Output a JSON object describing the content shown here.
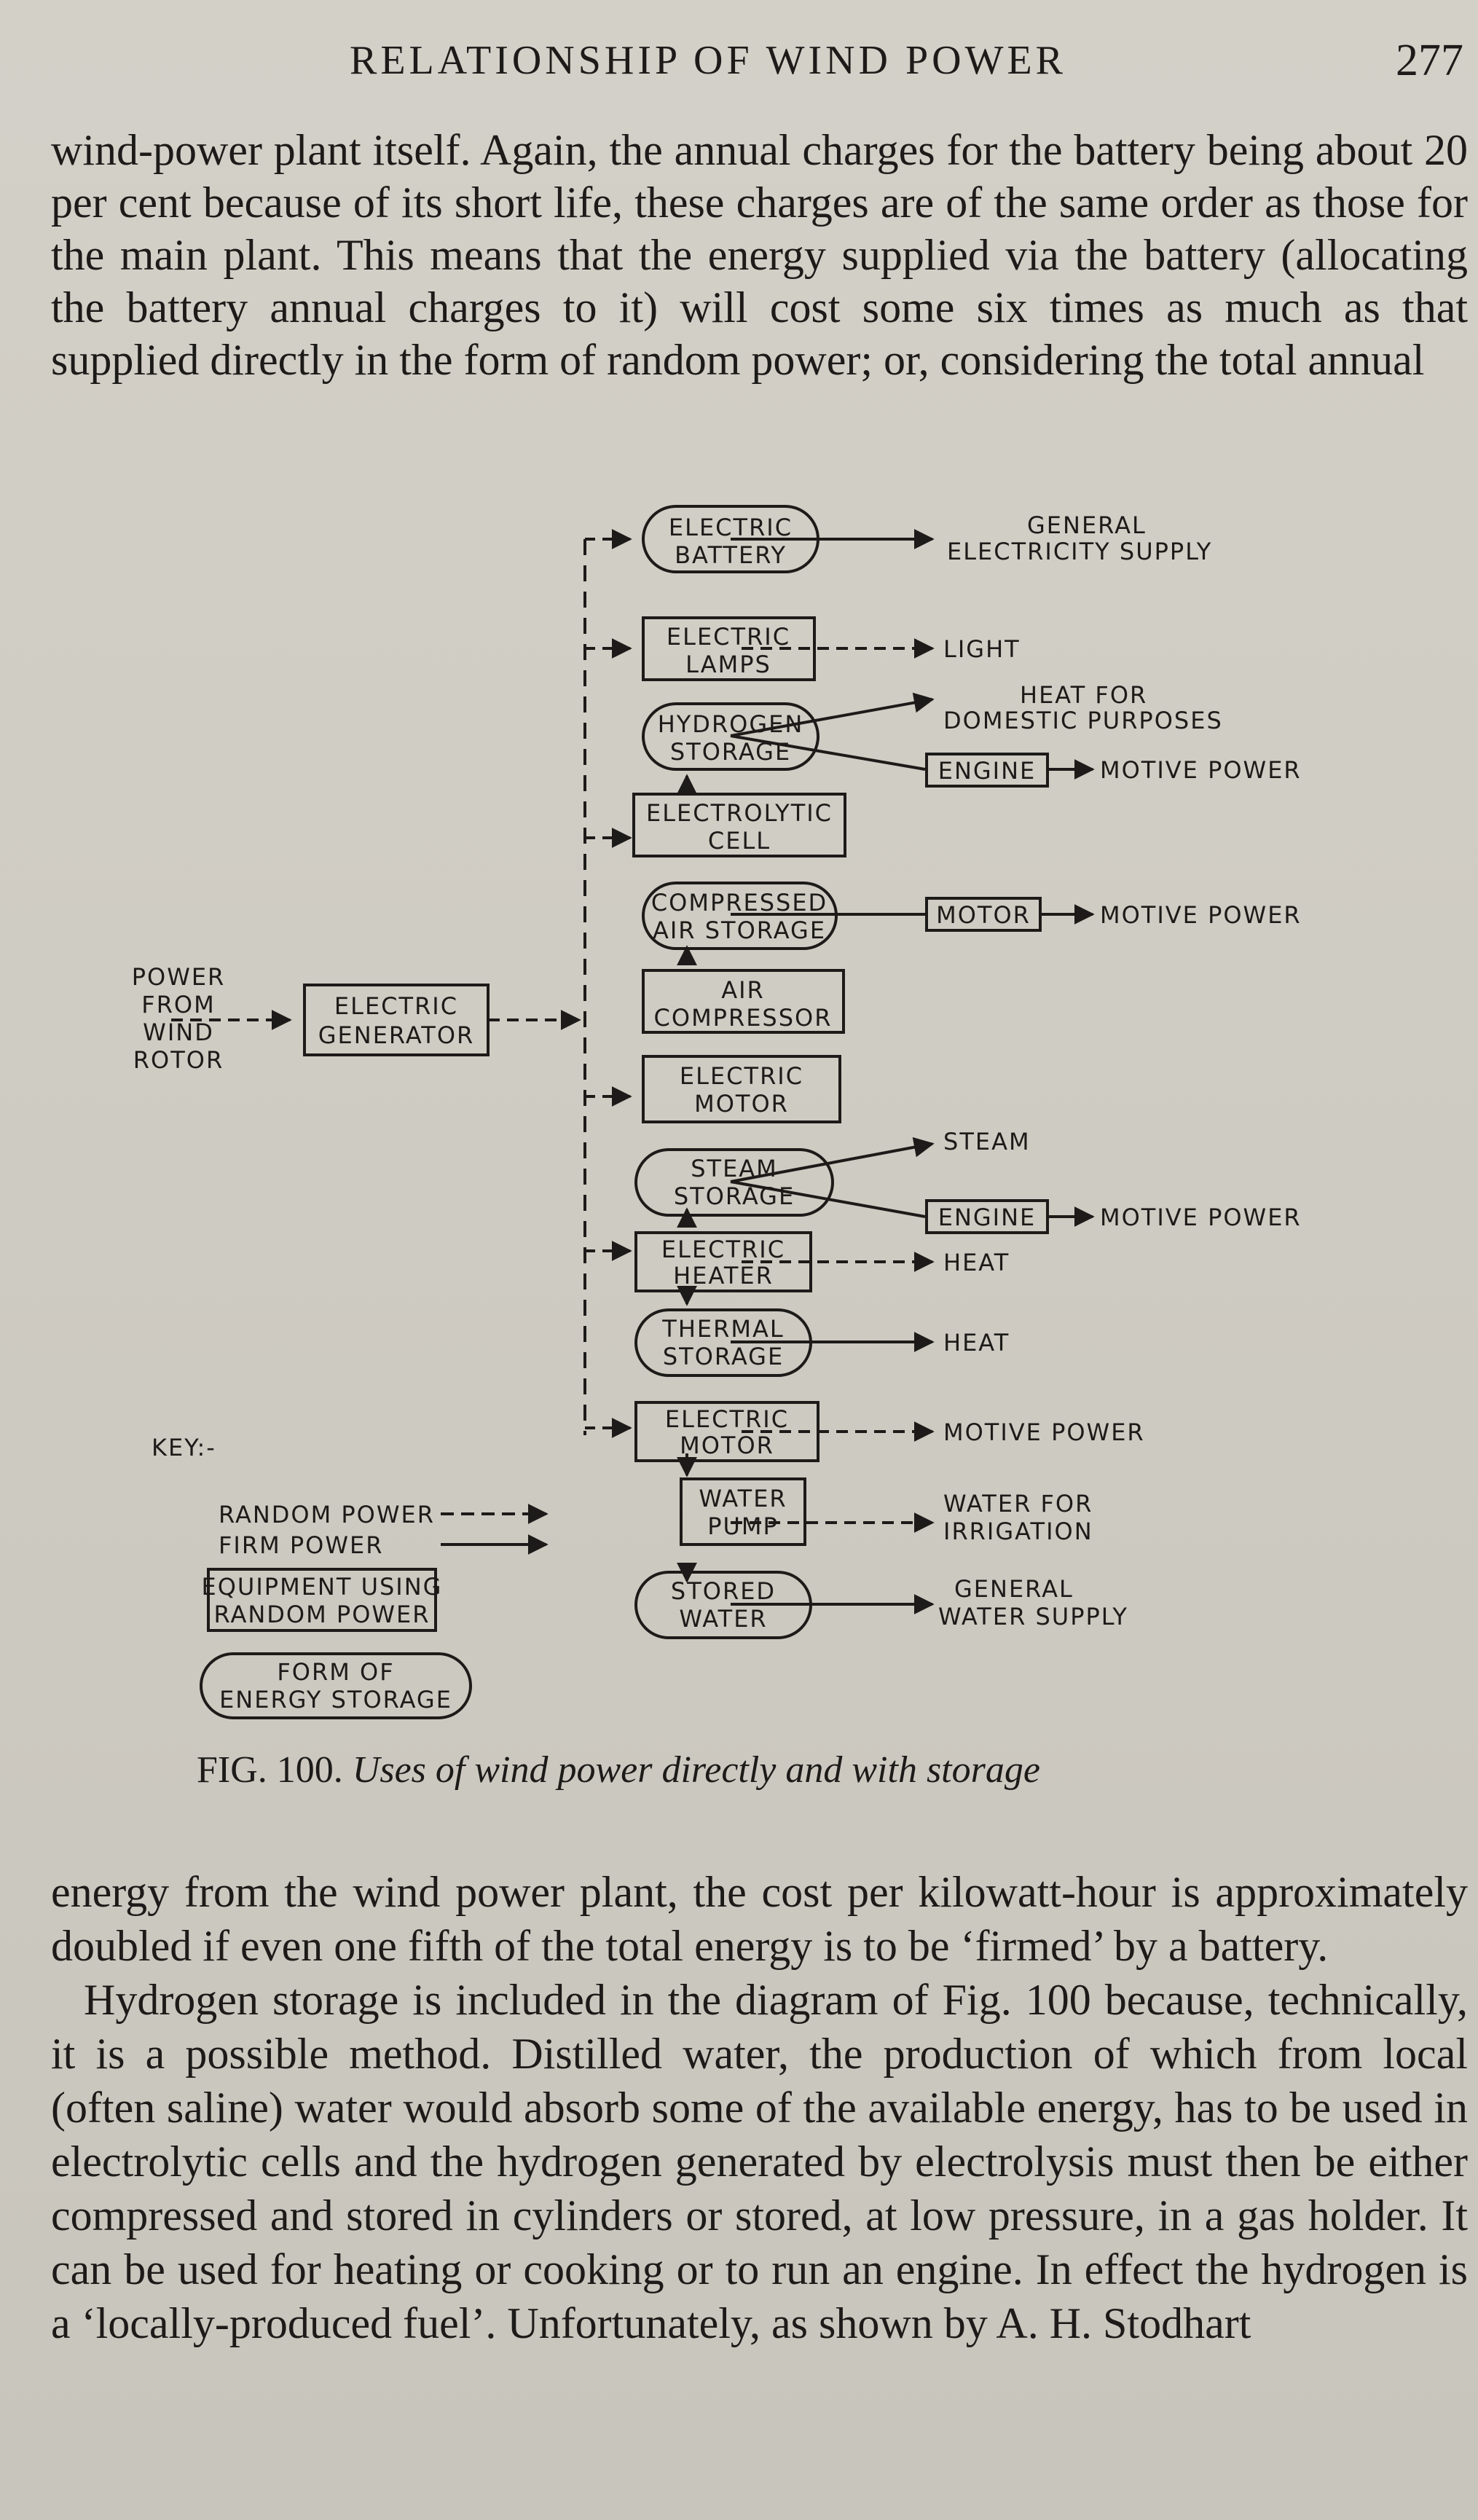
{
  "header": {
    "running_title": "RELATIONSHIP OF WIND POWER",
    "page_number": "277"
  },
  "paragraph_top": "wind-power plant itself. Again, the annual charges for the battery being about 20 per cent because of its short life, these charges are of the same order as those for the main plant. This means that the energy supplied via the battery (allocating the battery annual charges to it) will cost some six times as much as that supplied directly in the form of random power; or, considering the total annual",
  "diagram": {
    "source": [
      "POWER",
      "FROM",
      "WIND",
      "ROTOR"
    ],
    "generator": [
      "ELECTRIC",
      "GENERATOR"
    ],
    "storage_boxes": [
      [
        "ELECTRIC",
        "BATTERY"
      ],
      [
        "HYDROGEN",
        "STORAGE"
      ],
      [
        "COMPRESSED",
        "AIR STORAGE"
      ],
      [
        "STEAM",
        "STORAGE"
      ],
      [
        "THERMAL",
        "STORAGE"
      ],
      [
        "STORED",
        "WATER"
      ]
    ],
    "equipment_boxes": [
      [
        "ELECTRIC",
        "LAMPS"
      ],
      [
        "ELECTROLYTIC",
        "CELL"
      ],
      [
        "AIR",
        "COMPRESSOR"
      ],
      [
        "ELECTRIC",
        "MOTOR"
      ],
      [
        "ELECTRIC",
        "HEATER"
      ],
      [
        "ELECTRIC",
        "MOTOR"
      ],
      [
        "WATER",
        "PUMP"
      ]
    ],
    "inline_boxes": [
      "ENGINE",
      "MOTOR",
      "ENGINE"
    ],
    "outputs": {
      "general_electricity": [
        "GENERAL",
        "ELECTRICITY SUPPLY"
      ],
      "light": "LIGHT",
      "heat_domestic": [
        "HEAT FOR",
        "DOMESTIC PURPOSES"
      ],
      "motive_power_1": "MOTIVE POWER",
      "motive_power_2": "MOTIVE POWER",
      "steam": "STEAM",
      "motive_power_3": "MOTIVE POWER",
      "heat_1": "HEAT",
      "heat_2": "HEAT",
      "motive_power_4": "MOTIVE POWER",
      "irrigation": [
        "WATER FOR",
        "IRRIGATION"
      ],
      "general_water": [
        "GENERAL",
        "WATER SUPPLY"
      ]
    },
    "key": {
      "title": "KEY:-",
      "random_power": "RANDOM POWER",
      "firm_power": "FIRM POWER",
      "equipment": [
        "EQUIPMENT USING",
        "RANDOM POWER"
      ],
      "storage": [
        "FORM OF",
        "ENERGY STORAGE"
      ]
    }
  },
  "caption": {
    "label": "FIG. 100.",
    "text": "Uses of wind power directly and with storage"
  },
  "paragraph_bottom_1": "energy from the wind power plant, the cost per kilowatt-hour is approximately doubled if even one fifth of the total energy is to be ‘firmed’ by a battery.",
  "paragraph_bottom_2": "Hydrogen storage is included in the diagram of Fig. 100 because, technically, it is a possible method. Distilled water, the production of which from local (often saline) water would absorb some of the available energy, has to be used in electrolytic cells and the hydrogen generated by electrolysis must then be either compressed and stored in cylinders or stored, at low pressure, in a gas holder. It can be used for heating or cooking or to run an engine. In effect the hydrogen is a ‘locally-produced fuel’. Unfortunately, as shown by A. H. Stodhart"
}
